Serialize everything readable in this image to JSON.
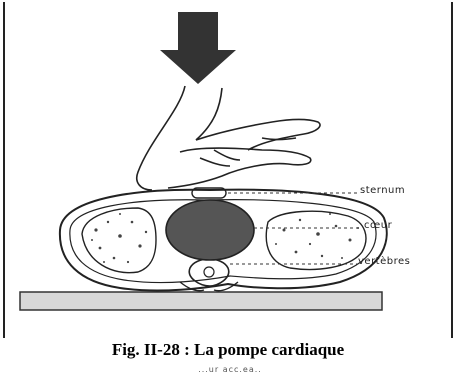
{
  "figure": {
    "labels": {
      "sternum": "sternum",
      "coeur": "cœur",
      "vertebres": "vertèbres"
    },
    "caption": "Fig. II-28 : La pompe cardiaque",
    "caption_fragment": "...ur acc.ea.."
  },
  "colors": {
    "line": "#222222",
    "heart": "#555555",
    "arrow": "#333333",
    "board": "#d8d8d8"
  }
}
